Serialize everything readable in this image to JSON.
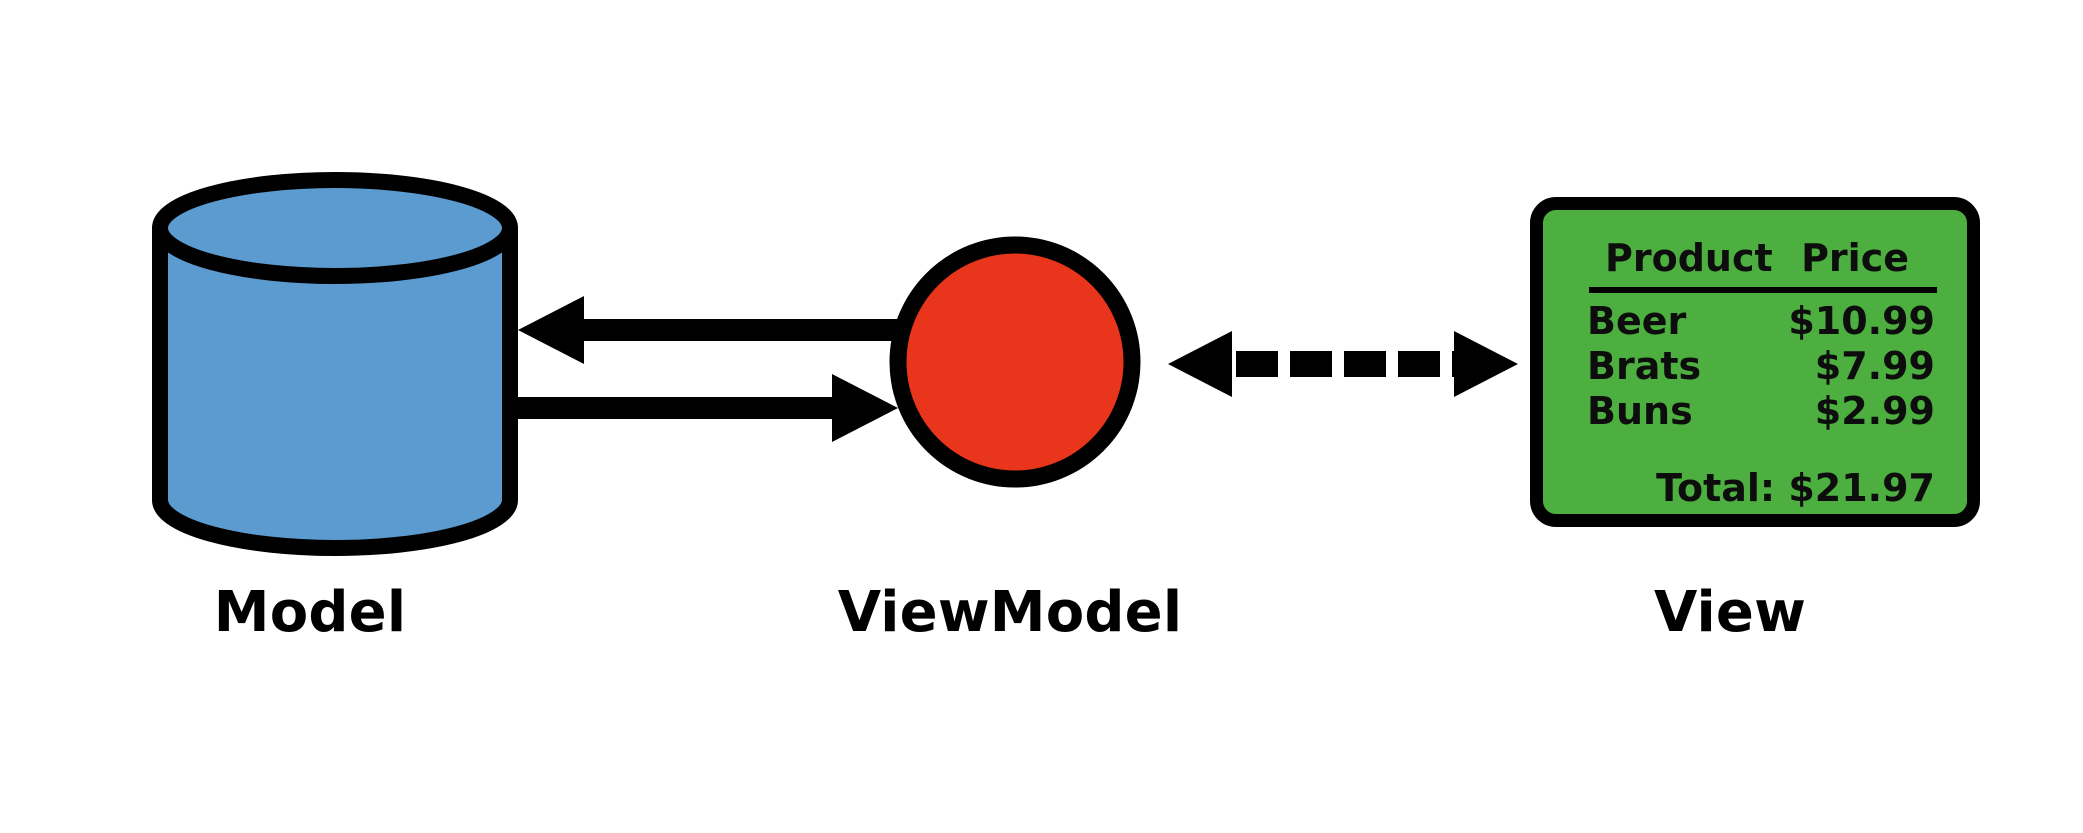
{
  "diagram": {
    "title": "MVVM pattern diagram",
    "background_color": "#ffffff",
    "nodes": {
      "model": {
        "caption": "Model",
        "shape": "cylinder",
        "fill_color": "#5B9BD0",
        "stroke_color": "#000000"
      },
      "viewmodel": {
        "caption": "ViewModel",
        "shape": "circle",
        "fill_color": "#E8351B",
        "stroke_color": "#000000"
      },
      "view": {
        "caption": "View",
        "shape": "rounded-rectangle",
        "fill_color": "#4CAF3F",
        "stroke_color": "#000000"
      }
    },
    "connectors": [
      {
        "name": "viewmodel-to-model",
        "style": "solid",
        "direction": "left",
        "from": "ViewModel",
        "to": "Model"
      },
      {
        "name": "model-to-viewmodel",
        "style": "solid",
        "direction": "right",
        "from": "Model",
        "to": "ViewModel"
      },
      {
        "name": "viewmodel-view-binding",
        "style": "dashed",
        "direction": "both",
        "from": "ViewModel",
        "to": "View",
        "dash_count": 5
      }
    ]
  },
  "view_panel": {
    "columns": [
      "Product",
      "Price"
    ],
    "rows": [
      {
        "product": "Beer",
        "price": "$10.99"
      },
      {
        "product": "Brats",
        "price": "$7.99"
      },
      {
        "product": "Buns",
        "price": "$2.99"
      }
    ],
    "total_label": "Total: $21.97"
  }
}
